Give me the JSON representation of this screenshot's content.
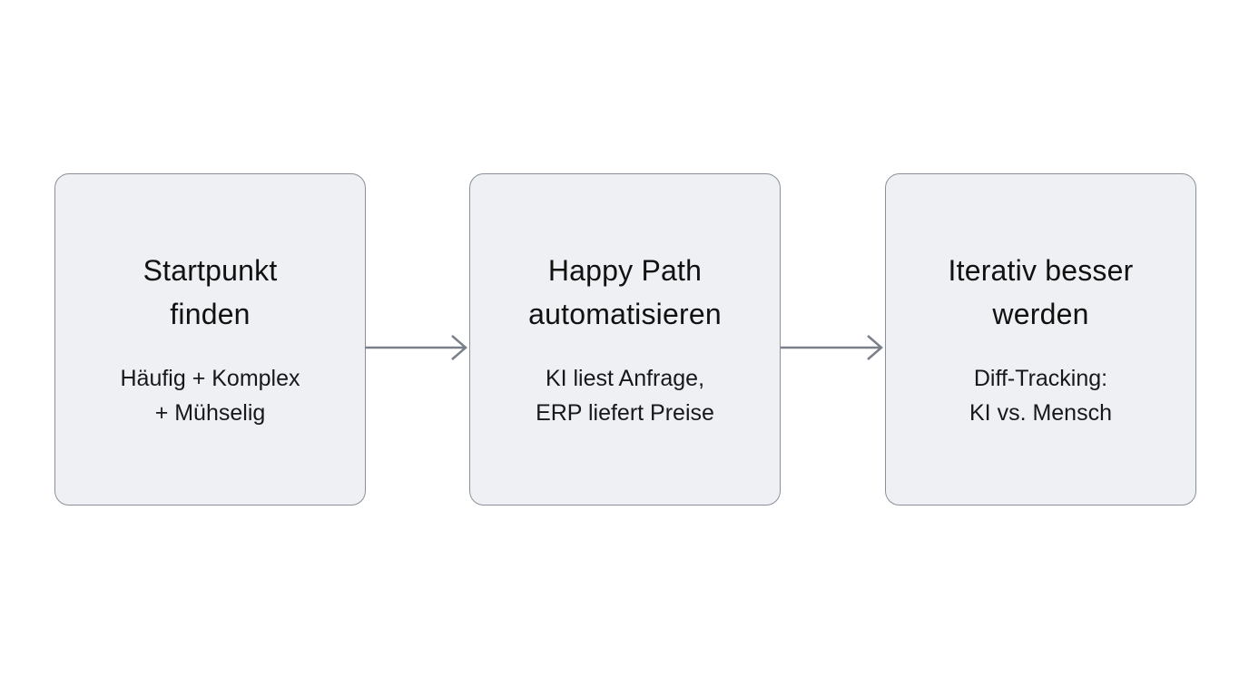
{
  "diagram": {
    "background_color": "#ffffff",
    "box_background_color": "#eef0f4",
    "box_border_color": "#8a8f98",
    "text_color": "#111111",
    "arrow_color": "#7a8089",
    "steps": [
      {
        "title": "Startpunkt finden",
        "title_lines": [
          "Startpunkt",
          "finden"
        ],
        "subtitle": "Häufig + Komplex + Mühselig",
        "subtitle_lines": [
          "Häufig + Komplex",
          "+ Mühselig"
        ]
      },
      {
        "title": "Happy Path automatisieren",
        "title_lines": [
          "Happy Path",
          "automatisieren"
        ],
        "subtitle": "KI liest Anfrage, ERP liefert Preise",
        "subtitle_lines": [
          "KI liest Anfrage,",
          "ERP liefert Preise"
        ]
      },
      {
        "title": "Iterativ besser werden",
        "title_lines": [
          "Iterativ besser",
          "werden"
        ],
        "subtitle": "Diff-Tracking: KI vs. Mensch",
        "subtitle_lines": [
          "Diff-Tracking:",
          "KI vs. Mensch"
        ]
      }
    ]
  }
}
